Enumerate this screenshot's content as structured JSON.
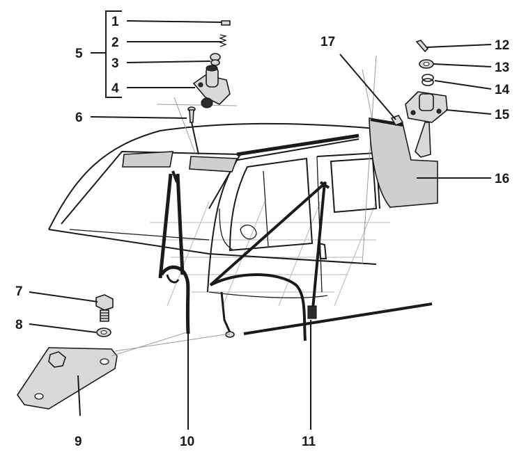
{
  "callouts": [
    {
      "id": "1",
      "text": "1"
    },
    {
      "id": "2",
      "text": "2"
    },
    {
      "id": "3",
      "text": "3"
    },
    {
      "id": "4",
      "text": "4"
    },
    {
      "id": "5",
      "text": "5"
    },
    {
      "id": "6",
      "text": "6"
    },
    {
      "id": "7",
      "text": "7"
    },
    {
      "id": "8",
      "text": "8"
    },
    {
      "id": "9",
      "text": "9"
    },
    {
      "id": "10",
      "text": "10"
    },
    {
      "id": "11",
      "text": "11"
    },
    {
      "id": "12",
      "text": "12"
    },
    {
      "id": "13",
      "text": "13"
    },
    {
      "id": "14",
      "text": "14"
    },
    {
      "id": "15",
      "text": "15"
    },
    {
      "id": "16",
      "text": "16"
    },
    {
      "id": "17",
      "text": "17"
    }
  ]
}
